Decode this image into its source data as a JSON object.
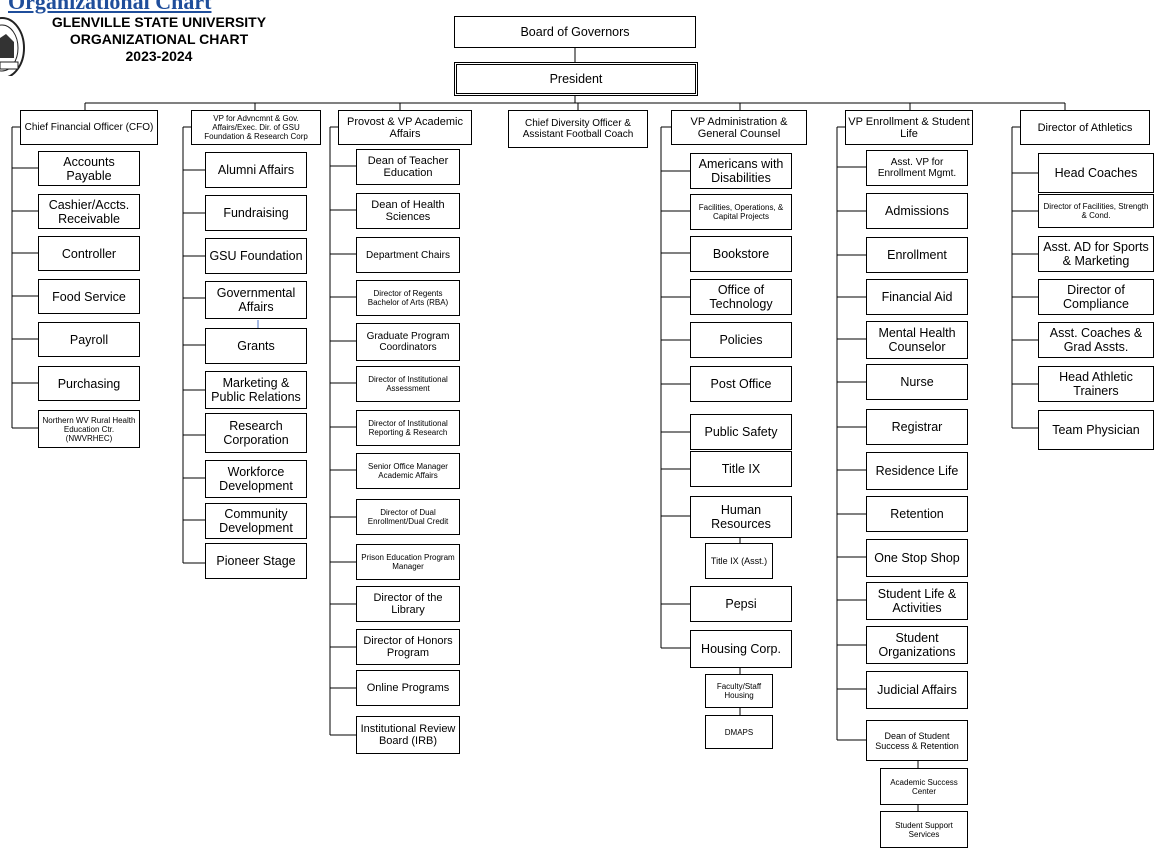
{
  "page_header": "Organizational Chart",
  "title": {
    "line1": "GLENVILLE STATE UNIVERSITY",
    "line2": "ORGANIZATIONAL CHART",
    "line3": "2023-2024"
  },
  "board": "Board of Governors",
  "president": "President",
  "cfo": {
    "head": "Chief Financial Officer (CFO)",
    "units": [
      "Accounts Payable",
      "Cashier/Accts. Receivable",
      "Controller",
      "Food Service",
      "Payroll",
      "Purchasing",
      "Northern WV Rural Health Education Ctr. (NWVRHEC)"
    ]
  },
  "advancement": {
    "head": "VP for Advncmnt & Gov. Affairs/Exec. Dir. of GSU Foundation & Research Corp",
    "units": [
      "Alumni Affairs",
      "Fundraising",
      "GSU Foundation",
      "Governmental Affairs",
      "Grants",
      "Marketing & Public Relations",
      "Research Corporation",
      "Workforce Development",
      "Community Development",
      "Pioneer Stage"
    ]
  },
  "provost": {
    "head": "Provost & VP Academic Affairs",
    "units": [
      "Dean of Teacher Education",
      "Dean of Health Sciences",
      "Department Chairs",
      "Director of Regents Bachelor of Arts (RBA)",
      "Graduate Program Coordinators",
      "Director of Institutional Assessment",
      "Director of Institutional Reporting & Research",
      "Senior Office Manager Academic Affairs",
      "Director of Dual Enrollment/Dual Credit",
      "Prison Education Program Manager",
      "Director of the Library",
      "Director of Honors Program",
      "Online Programs",
      "Institutional Review Board (IRB)"
    ]
  },
  "diversity": {
    "head": "Chief Diversity Officer & Assistant Football Coach"
  },
  "admin": {
    "head": "VP Administration & General Counsel",
    "units": [
      "Americans with Disabilities",
      "Facilities, Operations, & Capital Projects",
      "Bookstore",
      "Office of Technology",
      "Policies",
      "Post Office",
      "Public Safety",
      "Title IX",
      "Human Resources",
      "Title IX (Asst.)",
      "Pepsi",
      "Housing Corp.",
      "Faculty/Staff Housing",
      "DMAPS"
    ]
  },
  "enrollment": {
    "head": "VP Enrollment & Student Life",
    "units": [
      "Asst. VP for Enrollment Mgmt.",
      "Admissions",
      "Enrollment",
      "Financial Aid",
      "Mental Health Counselor",
      "Nurse",
      "Registrar",
      "Residence Life",
      "Retention",
      "One Stop Shop",
      "Student Life & Activities",
      "Student Organizations",
      "Judicial Affairs",
      "Dean of Student Success & Retention",
      "Academic Success Center",
      "Student Support Services"
    ]
  },
  "athletics": {
    "head": "Director of Athletics",
    "units": [
      "Head Coaches",
      "Director of Facilities, Strength & Cond.",
      "Asst. AD for Sports & Marketing",
      "Director of Compliance",
      "Asst. Coaches & Grad Assts.",
      "Head Athletic Trainers",
      "Team Physician"
    ]
  }
}
